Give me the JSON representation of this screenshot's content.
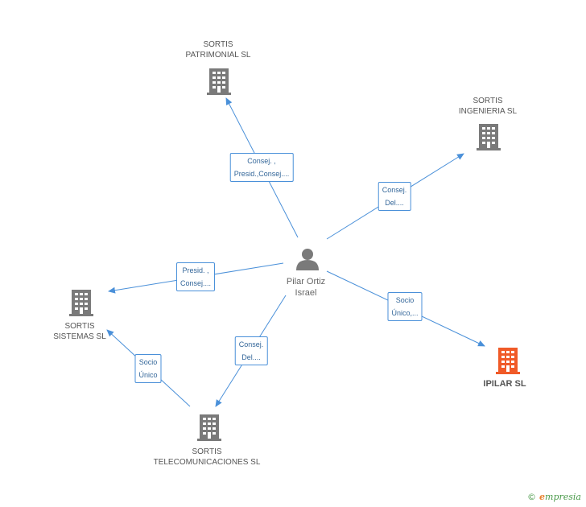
{
  "person": {
    "name_line1": "Pilar Ortiz",
    "name_line2": "Israel"
  },
  "companies": {
    "patrimonial": {
      "line1": "SORTIS",
      "line2": "PATRIMONIAL SL"
    },
    "ingenieria": {
      "line1": "SORTIS",
      "line2": "INGENIERIA SL"
    },
    "sistemas": {
      "line1": "SORTIS",
      "line2": "SISTEMAS SL"
    },
    "telecom": {
      "line1": "SORTIS",
      "line2": "TELECOMUNICACIONES SL"
    },
    "ipilar": {
      "line1": "IPILAR SL"
    }
  },
  "edges": {
    "patrimonial": {
      "line1": "Consej. ,",
      "line2": "Presid.,Consej...."
    },
    "ingenieria": {
      "line1": "Consej.",
      "line2": "Del...."
    },
    "sistemas": {
      "line1": "Presid. ,",
      "line2": "Consej...."
    },
    "telecom": {
      "line1": "Consej.",
      "line2": "Del...."
    },
    "ipilar": {
      "line1": "Socio",
      "line2": "Único,..."
    },
    "telecom_sistemas": {
      "line1": "Socio",
      "line2": "Único"
    }
  },
  "colors": {
    "edge": "#4a90d9",
    "building": "#7a7a7a",
    "building_highlight": "#f05a28"
  },
  "footer": {
    "copyright": "©",
    "brand_initial": "e",
    "brand_rest": "mpresia"
  }
}
